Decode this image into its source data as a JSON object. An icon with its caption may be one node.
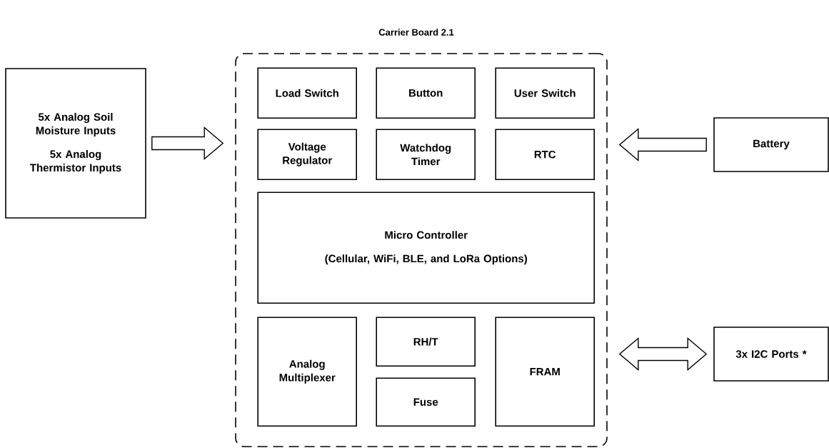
{
  "diagram": {
    "title": "Carrier Board 2.1",
    "nodes": [
      {
        "text": [
          "5x Analog Soil Moisture Inputs",
          "5x Analog Thermistor Inputs"
        ]
      },
      {
        "text": [],
        "shape": "box"
      },
      {
        "text": [
          "Load Switch"
        ],
        "in": 1
      },
      {
        "text": [
          "Button"
        ],
        "in": 1
      },
      {
        "text": [
          "User Switch"
        ],
        "in": 1
      },
      {
        "text": [
          "Voltage Regulator"
        ],
        "in": 1
      },
      {
        "text": [
          "Watchdog Timer"
        ],
        "in": 1
      },
      {
        "text": [
          "RTC"
        ],
        "in": 1
      },
      {
        "text": [
          "Micro Controller",
          "(Cellular, WiFi, BLE, and LoRa Options)"
        ],
        "in": 1
      },
      {
        "text": [
          "Analog Multiplexer"
        ],
        "in": 1
      },
      {
        "text": [
          "RH/T"
        ],
        "in": 1
      },
      {
        "text": [
          "Fuse"
        ],
        "in": 1
      },
      {
        "text": [
          "FRAM"
        ],
        "in": 1
      },
      {
        "text": [
          "Battery"
        ]
      },
      {
        "text": [
          "3x I2C Ports *"
        ]
      }
    ],
    "edges": [
      {
        "from": 0,
        "to": 1,
        "arrow": "to"
      },
      {
        "from": 13,
        "to": 1,
        "arrow": "to"
      },
      {
        "from": 14,
        "to": 1,
        "arrow": "both"
      }
    ]
  }
}
